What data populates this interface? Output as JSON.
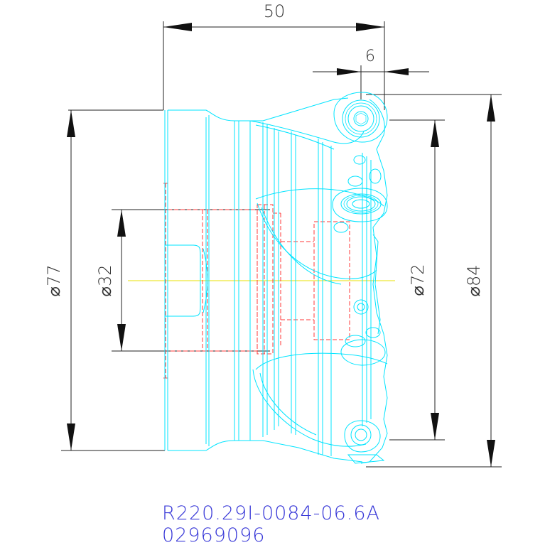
{
  "drawing": {
    "dimensions": {
      "length": "50",
      "offset": "6",
      "dia_77": "⌀77",
      "dia_32": "⌀32",
      "dia_72": "⌀72",
      "dia_84": "⌀84"
    },
    "part_code": "R220.29I-0084-06.6A",
    "part_number": "02969096",
    "colors": {
      "outline": "#00e4ff",
      "hidden": "#ff3a3a",
      "centerline": "#e8e000",
      "dimension": "#222222",
      "code_text": "#3a3ad8"
    }
  }
}
